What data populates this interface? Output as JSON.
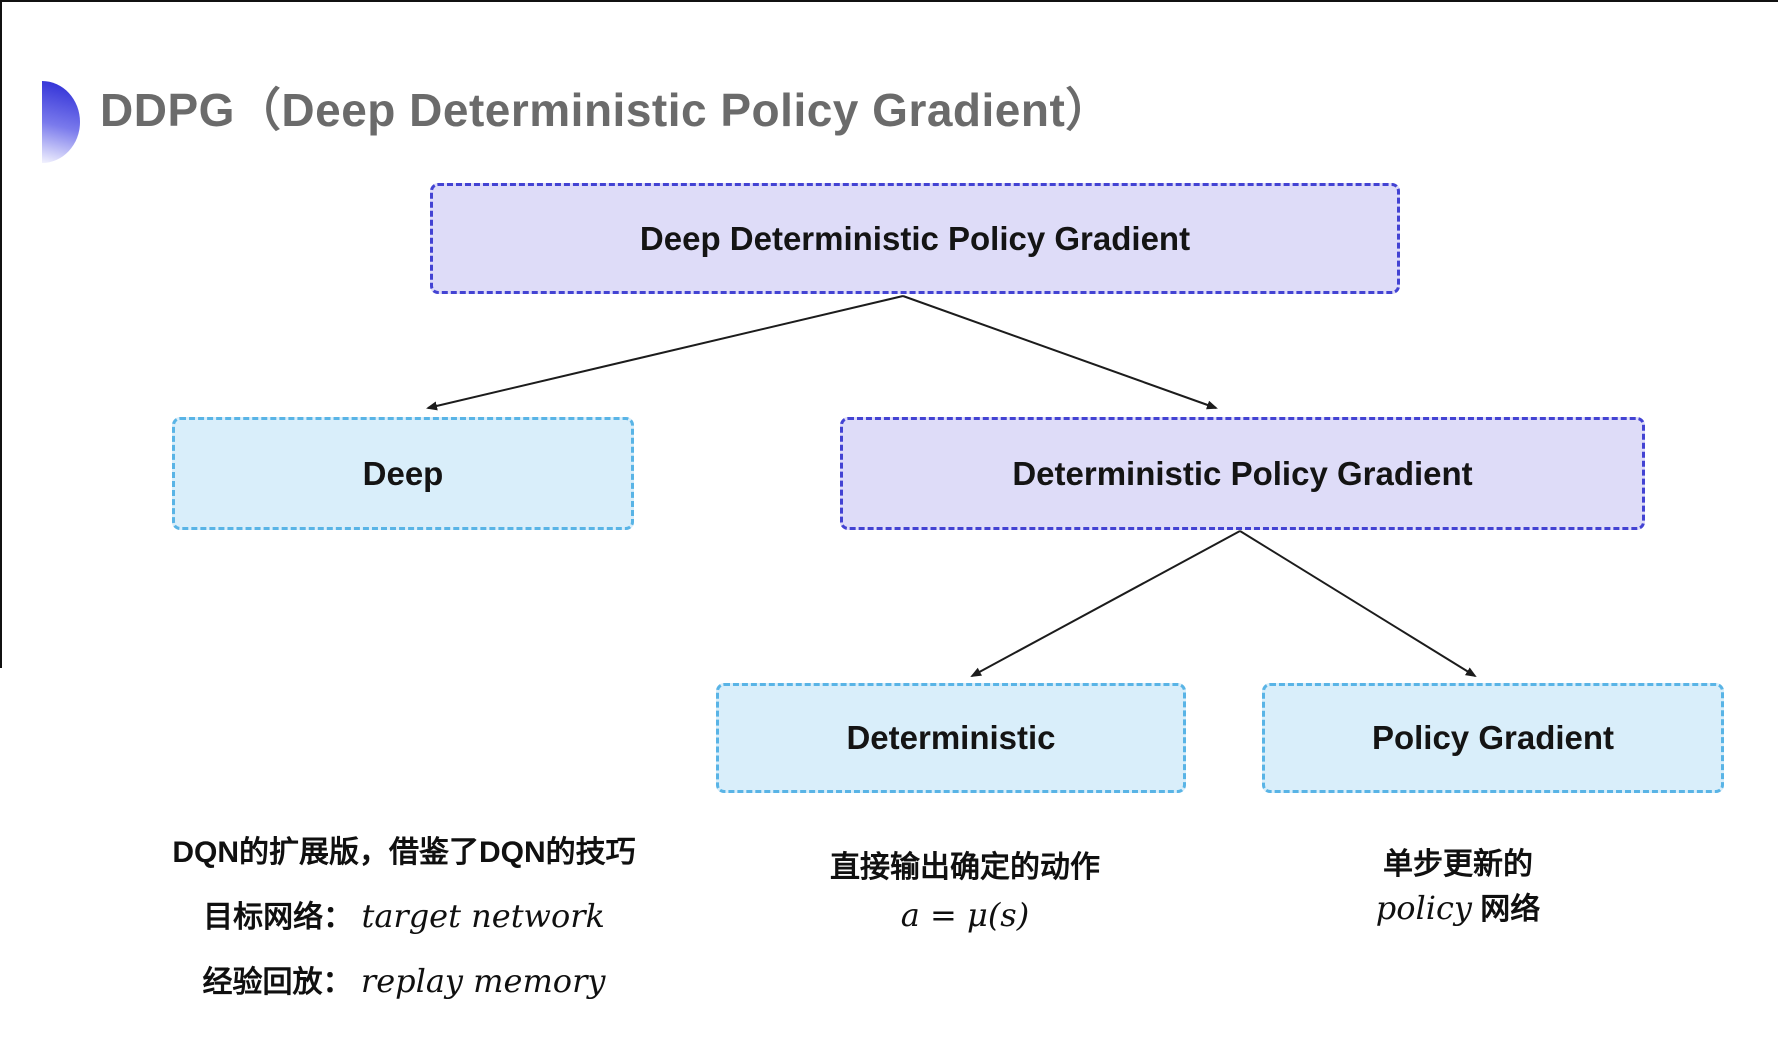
{
  "page": {
    "title": "DDPG（Deep Deterministic Policy Gradient）"
  },
  "colors": {
    "purple_fill": "#dedcf8",
    "purple_border": "#4343d3",
    "blue_fill": "#d9eefa",
    "blue_border": "#59b4e6",
    "title_gray": "#6b6b6b",
    "arrow": "#1c1c1c",
    "bullet_blue": "#2f2fd6"
  },
  "nodes": {
    "root": {
      "label": "Deep Deterministic Policy Gradient"
    },
    "deep": {
      "label": "Deep"
    },
    "dpg": {
      "label": "Deterministic Policy Gradient"
    },
    "deterministic": {
      "label": "Deterministic"
    },
    "policy_gradient": {
      "label": "Policy Gradient"
    }
  },
  "notes": {
    "deep": {
      "line1": "DQN的扩展版，借鉴了DQN的技巧",
      "line2_zh": "目标网络：",
      "line2_en": "target network",
      "line3_zh": "经验回放：",
      "line3_en": "replay memory"
    },
    "deterministic": {
      "line1": "直接输出确定的动作",
      "line2": "a = μ(s)"
    },
    "policy_gradient": {
      "line1": "单步更新的",
      "line2_en": "policy",
      "line2_zh": "网络"
    }
  }
}
